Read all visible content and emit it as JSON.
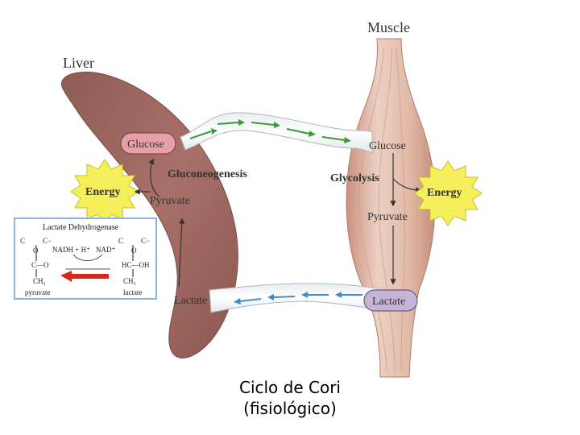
{
  "labels": {
    "muscle": "Muscle",
    "liver": "Liver",
    "glucose_liver": "Glucose",
    "glucose_muscle": "Glucose",
    "gluconeogenesis": "Gluconeogenesis",
    "glycolysis": "Glycolysis",
    "energy_left": "Energy",
    "energy_right": "Energy",
    "pyruvate_liver": "Pyruvate",
    "pyruvate_muscle": "Pyruvate",
    "lactate_liver": "Lactate",
    "lactate_muscle": "Lactate"
  },
  "inset": {
    "title": "Lactate Dehydrogenase",
    "c_minus_left": "C−",
    "c_minus_right": "C−",
    "c_left": "C",
    "c_right": "C",
    "o_left": "O",
    "o_right": "O",
    "c_o": "C—O",
    "hc_oh": "HC—OH",
    "nadh": "NADH + H⁺",
    "nad": "NAD⁺",
    "ch3_left": "CH₃",
    "ch3_right": "CH₃",
    "pyruvate": "pyruvate",
    "lactate": "lactate"
  },
  "caption": {
    "line1": "Ciclo de Cori",
    "line2": "(fisiológico)"
  },
  "colors": {
    "liver": "#9c6a62",
    "muscle": "#dcb6a4",
    "glucose_pill": "#e8a0a8",
    "lactate_pill": "#c6b4d8",
    "energy_burst": "#f4ef5a",
    "green_arrow": "#3a9a3a",
    "blue_arrow": "#3a8ecf",
    "red_arrow": "#d42a1a"
  }
}
